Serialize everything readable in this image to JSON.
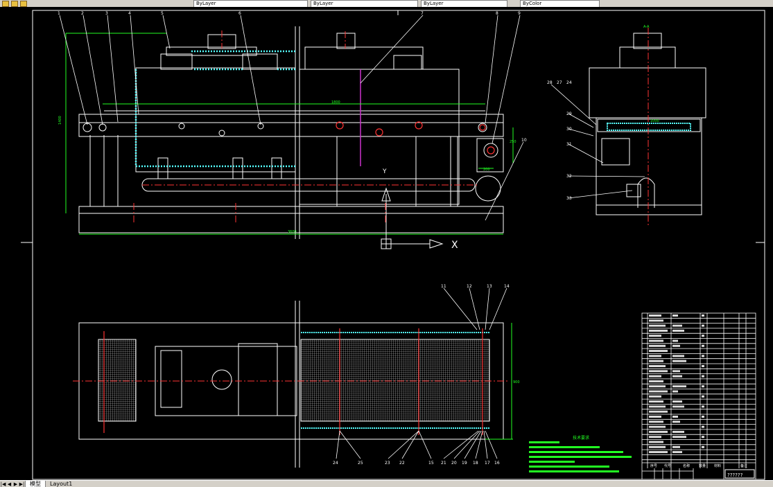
{
  "toolbar": {
    "layer_field": "ByLayer",
    "linetype_field": "ByLayer",
    "lineweight_field": "ByLayer",
    "color_field": "ByColor"
  },
  "front_view": {
    "balloons": [
      "1",
      "2",
      "3",
      "4",
      "5",
      "6",
      "7",
      "8",
      "9",
      "10"
    ],
    "dim_width": "3600",
    "dim_height": "1400",
    "dim_inner": "1800",
    "dim_wheel_h": "250",
    "dim_wheel_w": "200"
  },
  "side_view": {
    "balloons_left": [
      "28",
      "27",
      "24",
      "29",
      "30",
      "31",
      "32",
      "33"
    ],
    "dim_inner": "1000",
    "dim_top": "A-A"
  },
  "top_view": {
    "balloons_top": [
      "11",
      "12",
      "13",
      "14"
    ],
    "balloons_bottom": [
      "24",
      "25",
      "23",
      "22",
      "15",
      "21",
      "20",
      "19",
      "18",
      "17",
      "16"
    ],
    "dim_right": "900"
  },
  "ucs": {
    "x_label": "X",
    "y_label": "Y"
  },
  "notes": {
    "title": "技术要求"
  },
  "title_block": {
    "footer_code": "??????",
    "col_labels": [
      "序号",
      "代号",
      "名称",
      "数量",
      "材料",
      "备注"
    ]
  },
  "status": {
    "tabs": [
      "模型",
      "Layout1"
    ],
    "active_tab": "模型"
  }
}
